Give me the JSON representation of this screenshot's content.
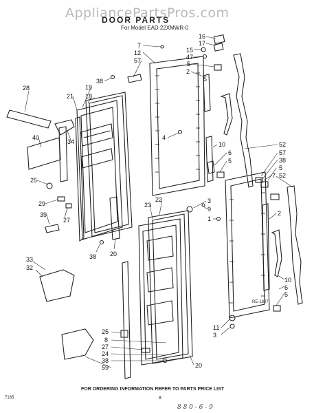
{
  "watermark": "AppliancePartsPros.com",
  "title": "DOOR PARTS",
  "model": "For Model EAD 22XMWR-0",
  "footer": "FOR ORDERING INFORMATION REFER TO PARTS PRICE LIST",
  "page_number": "8",
  "sheet_code": "7185",
  "ref_code": "RE-1807",
  "hand_note": "8 8 0 - 6 - 9",
  "callouts": [
    "16",
    "17",
    "15",
    "47",
    "5",
    "7",
    "12",
    "57",
    "2",
    "38",
    "5",
    "28",
    "19",
    "18",
    "21",
    "4",
    "34",
    "40",
    "10",
    "52",
    "6",
    "57",
    "38",
    "5",
    "5",
    "7",
    "52",
    "25",
    "29",
    "39",
    "27",
    "3",
    "9",
    "1",
    "2",
    "23",
    "22",
    "38",
    "20",
    "33",
    "32",
    "10",
    "6",
    "5",
    "25",
    "8",
    "27",
    "24",
    "38",
    "59",
    "20",
    "11",
    "3"
  ]
}
